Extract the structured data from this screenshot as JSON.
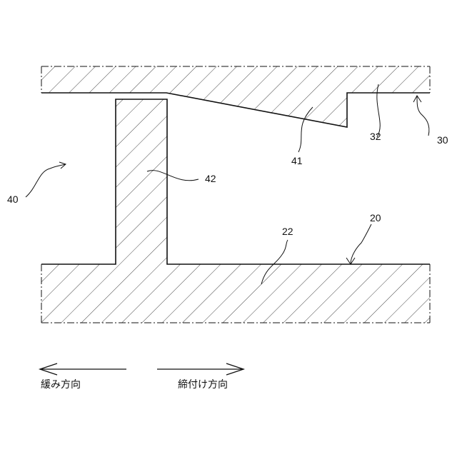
{
  "labels": {
    "r20": "20",
    "r22": "22",
    "r30": "30",
    "r32": "32",
    "r40": "40",
    "r41": "41",
    "r42": "42"
  },
  "directions": {
    "loosen": "緩み方向",
    "tighten": "締付け方向"
  },
  "colors": {
    "line": "#111111",
    "hatch": "#333333",
    "background": "#ffffff"
  }
}
